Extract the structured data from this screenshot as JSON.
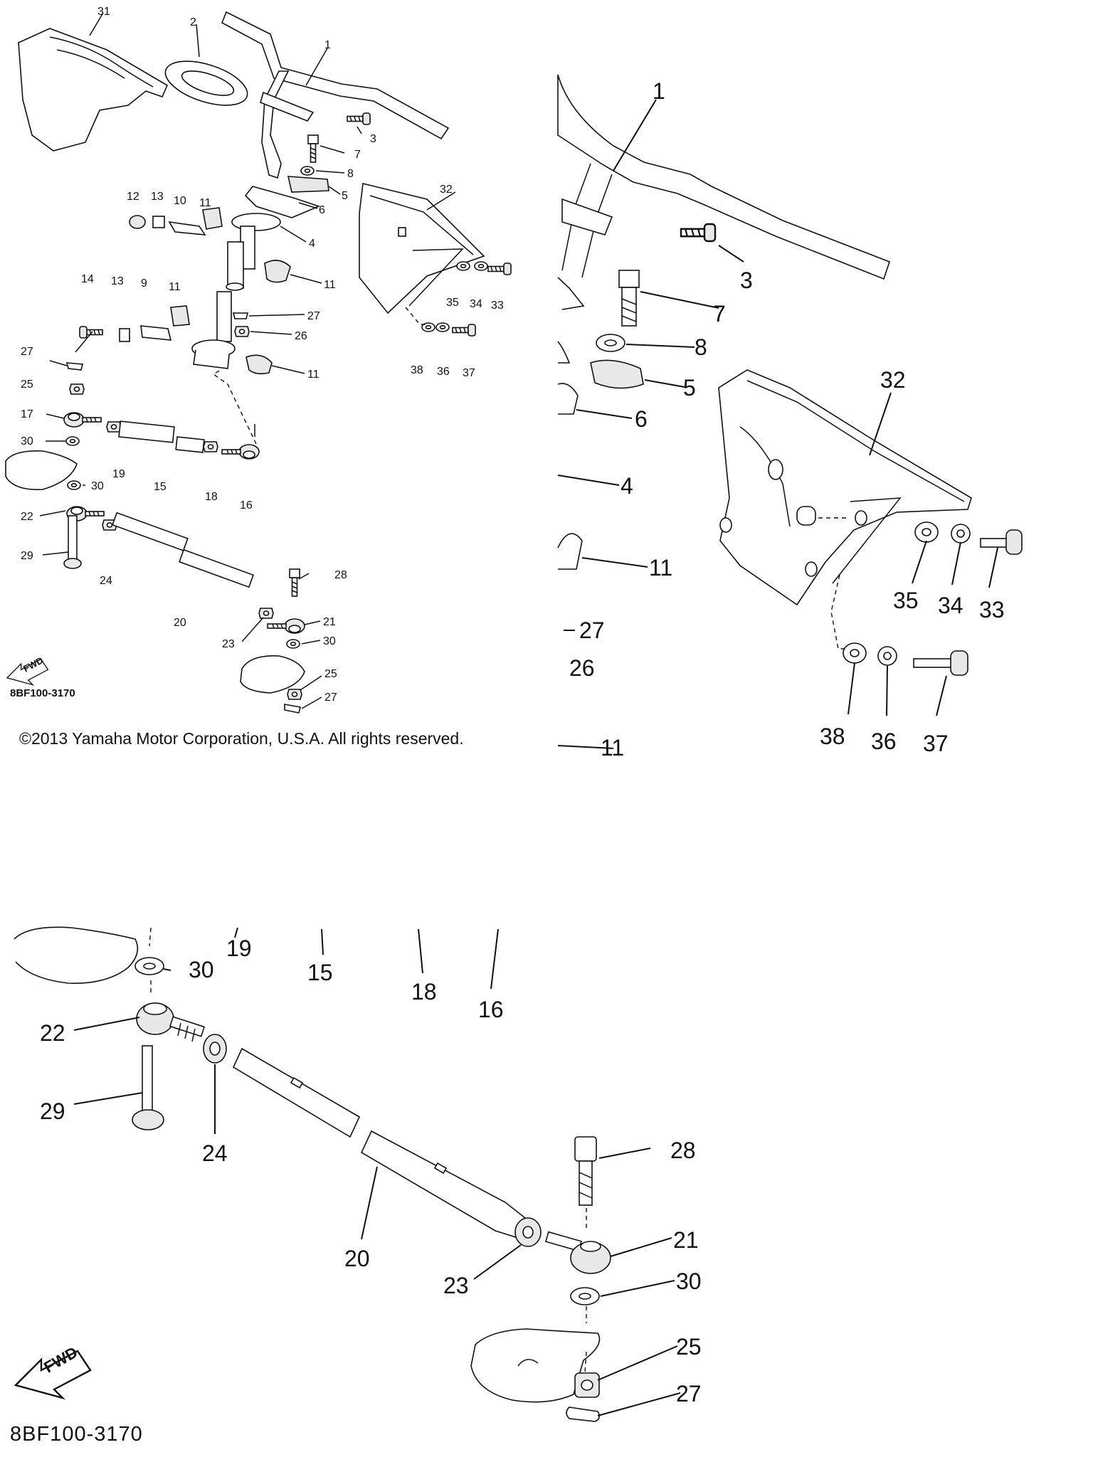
{
  "copyright": "©2013 Yamaha Motor Corporation, U.S.A. All rights reserved.",
  "diagram_code": "8BF100-3170",
  "fwd_label": "FWD",
  "callouts": {
    "overview": [
      {
        "id": "ov-31",
        "text": "31"
      },
      {
        "id": "ov-2",
        "text": "2"
      },
      {
        "id": "ov-1",
        "text": "1"
      },
      {
        "id": "ov-3",
        "text": "3"
      },
      {
        "id": "ov-7",
        "text": "7"
      },
      {
        "id": "ov-8",
        "text": "8"
      },
      {
        "id": "ov-5",
        "text": "5"
      },
      {
        "id": "ov-6",
        "text": "6"
      },
      {
        "id": "ov-4",
        "text": "4"
      },
      {
        "id": "ov-12",
        "text": "12"
      },
      {
        "id": "ov-13a",
        "text": "13"
      },
      {
        "id": "ov-10",
        "text": "10"
      },
      {
        "id": "ov-11a",
        "text": "11"
      },
      {
        "id": "ov-11b",
        "text": "11"
      },
      {
        "id": "ov-14",
        "text": "14"
      },
      {
        "id": "ov-13b",
        "text": "13"
      },
      {
        "id": "ov-9",
        "text": "9"
      },
      {
        "id": "ov-11c",
        "text": "11"
      },
      {
        "id": "ov-27a",
        "text": "27"
      },
      {
        "id": "ov-26",
        "text": "26"
      },
      {
        "id": "ov-11d",
        "text": "11"
      },
      {
        "id": "ov-32",
        "text": "32"
      },
      {
        "id": "ov-35",
        "text": "35"
      },
      {
        "id": "ov-34",
        "text": "34"
      },
      {
        "id": "ov-33",
        "text": "33"
      },
      {
        "id": "ov-38",
        "text": "38"
      },
      {
        "id": "ov-36",
        "text": "36"
      },
      {
        "id": "ov-37",
        "text": "37"
      },
      {
        "id": "ov-27b",
        "text": "27"
      },
      {
        "id": "ov-25a",
        "text": "25"
      },
      {
        "id": "ov-17",
        "text": "17"
      },
      {
        "id": "ov-30a",
        "text": "30"
      },
      {
        "id": "ov-19",
        "text": "19"
      },
      {
        "id": "ov-15",
        "text": "15"
      },
      {
        "id": "ov-18",
        "text": "18"
      },
      {
        "id": "ov-16",
        "text": "16"
      },
      {
        "id": "ov-30b",
        "text": "30"
      },
      {
        "id": "ov-22",
        "text": "22"
      },
      {
        "id": "ov-29",
        "text": "29"
      },
      {
        "id": "ov-24",
        "text": "24"
      },
      {
        "id": "ov-20",
        "text": "20"
      },
      {
        "id": "ov-28",
        "text": "28"
      },
      {
        "id": "ov-21",
        "text": "21"
      },
      {
        "id": "ov-23",
        "text": "23"
      },
      {
        "id": "ov-30c",
        "text": "30"
      },
      {
        "id": "ov-25b",
        "text": "25"
      },
      {
        "id": "ov-27c",
        "text": "27"
      }
    ],
    "detail_right": [
      {
        "id": "dr-1",
        "text": "1"
      },
      {
        "id": "dr-3",
        "text": "3"
      },
      {
        "id": "dr-7",
        "text": "7"
      },
      {
        "id": "dr-8",
        "text": "8"
      },
      {
        "id": "dr-5",
        "text": "5"
      },
      {
        "id": "dr-6",
        "text": "6"
      },
      {
        "id": "dr-4",
        "text": "4"
      },
      {
        "id": "dr-11a",
        "text": "11"
      },
      {
        "id": "dr-27",
        "text": "27"
      },
      {
        "id": "dr-26",
        "text": "26"
      },
      {
        "id": "dr-11b",
        "text": "11"
      },
      {
        "id": "dr-32",
        "text": "32"
      },
      {
        "id": "dr-35",
        "text": "35"
      },
      {
        "id": "dr-34",
        "text": "34"
      },
      {
        "id": "dr-33",
        "text": "33"
      },
      {
        "id": "dr-38",
        "text": "38"
      },
      {
        "id": "dr-36",
        "text": "36"
      },
      {
        "id": "dr-37",
        "text": "37"
      }
    ],
    "detail_bottom": [
      {
        "id": "db-30a",
        "text": "30"
      },
      {
        "id": "db-19",
        "text": "19"
      },
      {
        "id": "db-15",
        "text": "15"
      },
      {
        "id": "db-18",
        "text": "18"
      },
      {
        "id": "db-16",
        "text": "16"
      },
      {
        "id": "db-22",
        "text": "22"
      },
      {
        "id": "db-29",
        "text": "29"
      },
      {
        "id": "db-24",
        "text": "24"
      },
      {
        "id": "db-28",
        "text": "28"
      },
      {
        "id": "db-20",
        "text": "20"
      },
      {
        "id": "db-21",
        "text": "21"
      },
      {
        "id": "db-23",
        "text": "23"
      },
      {
        "id": "db-30b",
        "text": "30"
      },
      {
        "id": "db-25",
        "text": "25"
      },
      {
        "id": "db-27",
        "text": "27"
      }
    ]
  }
}
